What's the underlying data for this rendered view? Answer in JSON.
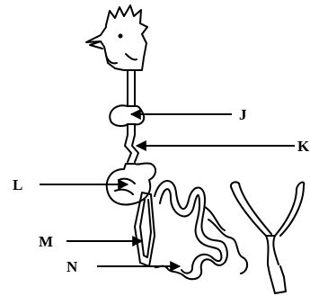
{
  "labels": {
    "j": "J",
    "k": "K",
    "l": "L",
    "m": "M",
    "n": "N"
  }
}
